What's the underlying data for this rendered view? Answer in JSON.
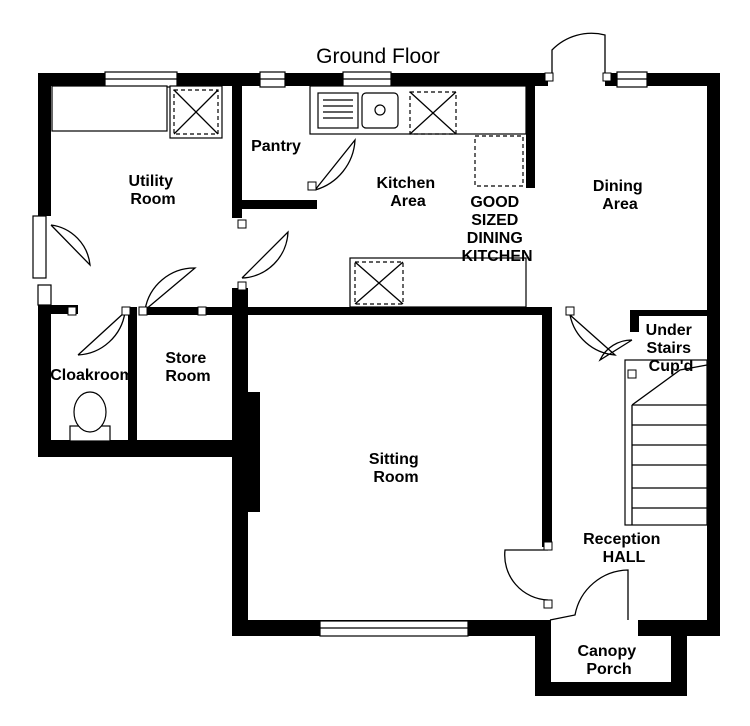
{
  "plan": {
    "title": "Ground Floor",
    "rooms": {
      "utility": [
        "Utility",
        "Room"
      ],
      "pantry": [
        "Pantry"
      ],
      "kitchen": [
        "Kitchen",
        "Area"
      ],
      "dining_kitchen": [
        "GOOD",
        "SIZED",
        "DINING",
        "KITCHEN"
      ],
      "dining": [
        "Dining",
        "Area"
      ],
      "under_stairs": [
        "Under",
        "Stairs",
        "Cup'd"
      ],
      "cloakroom": [
        "Cloakroom"
      ],
      "store": [
        "Store",
        "Room"
      ],
      "sitting": [
        "Sitting",
        "Room"
      ],
      "reception": [
        "Reception",
        "HALL"
      ],
      "porch": [
        "Canopy",
        "Porch"
      ]
    }
  }
}
